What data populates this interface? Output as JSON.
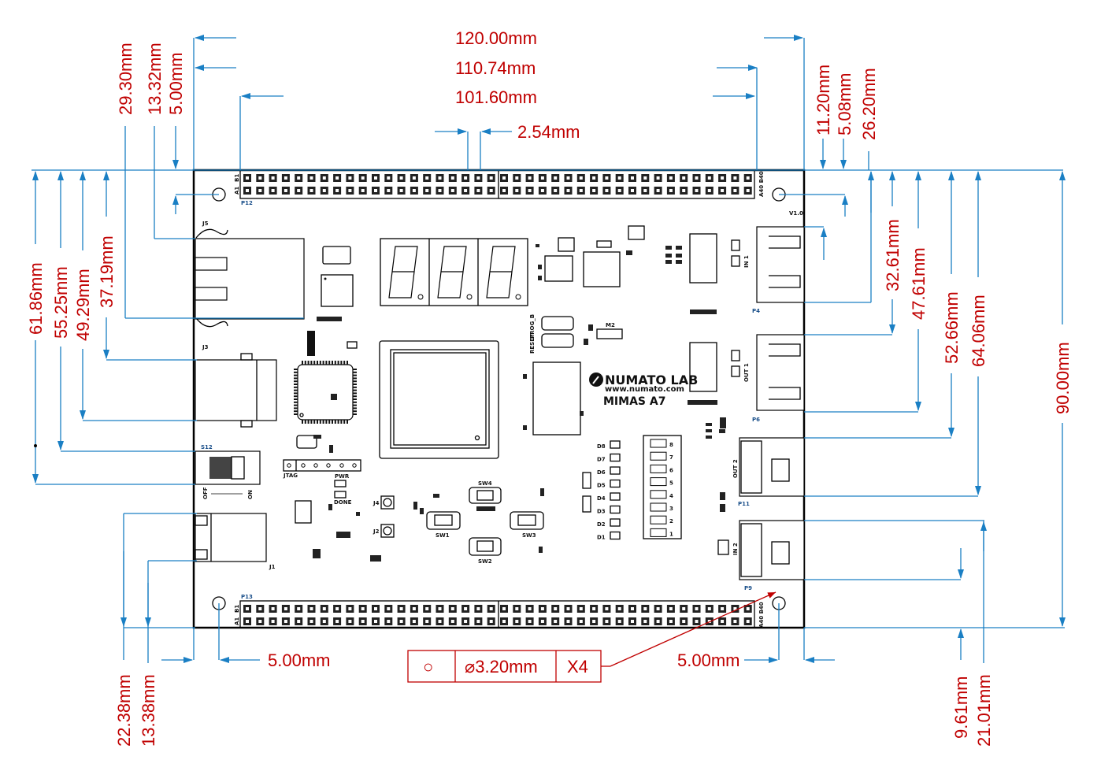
{
  "title": "Mimas A7 board mechanical drawing",
  "colors": {
    "dimension_text": "#c00000",
    "dimension_line": "#1a7fc4",
    "outline": "#000000"
  },
  "board": {
    "brand": "NUMATO LAB",
    "website": "www.numato.com",
    "model": "MIMAS A7",
    "version": "V1.0"
  },
  "dimensions": {
    "top": [
      {
        "id": "overall-width",
        "label": "120.00mm"
      },
      {
        "id": "hole-to-edge-width",
        "label": "110.74mm"
      },
      {
        "id": "header-span",
        "label": "101.60mm"
      },
      {
        "id": "pin-pitch",
        "label": "2.54mm"
      }
    ],
    "top_left": [
      {
        "id": "ethernet-top",
        "label": "29.30mm"
      },
      {
        "id": "ethernet-offset",
        "label": "13.32mm"
      },
      {
        "id": "hole-offset-y",
        "label": "5.00mm"
      }
    ],
    "top_right": [
      {
        "id": "hdmi-in1-top",
        "label": "11.20mm"
      },
      {
        "id": "hole-offset-right",
        "label": "5.08mm"
      },
      {
        "id": "hdmi-in1-bottom",
        "label": "26.20mm"
      }
    ],
    "left": [
      {
        "id": "switch-bottom",
        "label": "61.86mm"
      },
      {
        "id": "switch-top",
        "label": "55.25mm"
      },
      {
        "id": "usb-bottom",
        "label": "49.29mm"
      },
      {
        "id": "usb-top",
        "label": "37.19mm"
      }
    ],
    "right": [
      {
        "id": "hdmi-out1-top",
        "label": "32.61mm"
      },
      {
        "id": "hdmi-out1-bottom",
        "label": "47.61mm"
      },
      {
        "id": "hdmi-out2-top",
        "label": "52.66mm"
      },
      {
        "id": "hdmi-out2-bottom",
        "label": "64.06mm"
      },
      {
        "id": "overall-height",
        "label": "90.00mm"
      }
    ],
    "bottom_left": [
      {
        "id": "dc-jack-top",
        "label": "22.38mm"
      },
      {
        "id": "dc-jack-bottom",
        "label": "13.38mm"
      }
    ],
    "bottom_right": [
      {
        "id": "hdmi-in2-bottom",
        "label": "9.61mm"
      },
      {
        "id": "hdmi-in2-top",
        "label": "21.01mm"
      }
    ],
    "bottom": [
      {
        "id": "hole-offset-left",
        "label": "5.00mm"
      },
      {
        "id": "hole-offset-right",
        "label": "5.00mm"
      }
    ],
    "hole_callout": {
      "symbol": "○",
      "diameter": "⌀3.20mm",
      "count": "X4"
    }
  },
  "components": {
    "headers": [
      {
        "ref": "P12",
        "pin_start_a": "A1",
        "pin_start_b": "B1",
        "pin_end": "A40 B40"
      },
      {
        "ref": "P13",
        "pin_start_a": "A1",
        "pin_start_b": "B1",
        "pin_end": "A40 B40"
      }
    ],
    "connectors": {
      "ethernet": "J5",
      "usb": "J3",
      "power_switch": "S12",
      "switch_off": "OFF",
      "switch_on": "ON",
      "dc_jack": "J1",
      "jtag": "JTAG",
      "pwr_led": "PWR",
      "done_led": "DONE",
      "sma_1": "J4",
      "sma_2": "J2",
      "prog": "PROG_B",
      "reset": "RESET",
      "m2": "M2",
      "hdmi_in1": "IN 1",
      "hdmi_in1_ref": "P4",
      "hdmi_out1": "OUT 1",
      "hdmi_out1_ref": "P6",
      "hdmi_out2": "OUT 2",
      "hdmi_out2_ref": "P11",
      "hdmi_in2": "IN 2",
      "hdmi_in2_ref": "P9"
    },
    "buttons": [
      "SW1",
      "SW2",
      "SW3",
      "SW4"
    ],
    "leds": [
      "D8",
      "D7",
      "D6",
      "D5",
      "D4",
      "D3",
      "D2",
      "D1"
    ],
    "dip_numbers": [
      "8",
      "7",
      "6",
      "5",
      "4",
      "3",
      "2",
      "1"
    ]
  }
}
